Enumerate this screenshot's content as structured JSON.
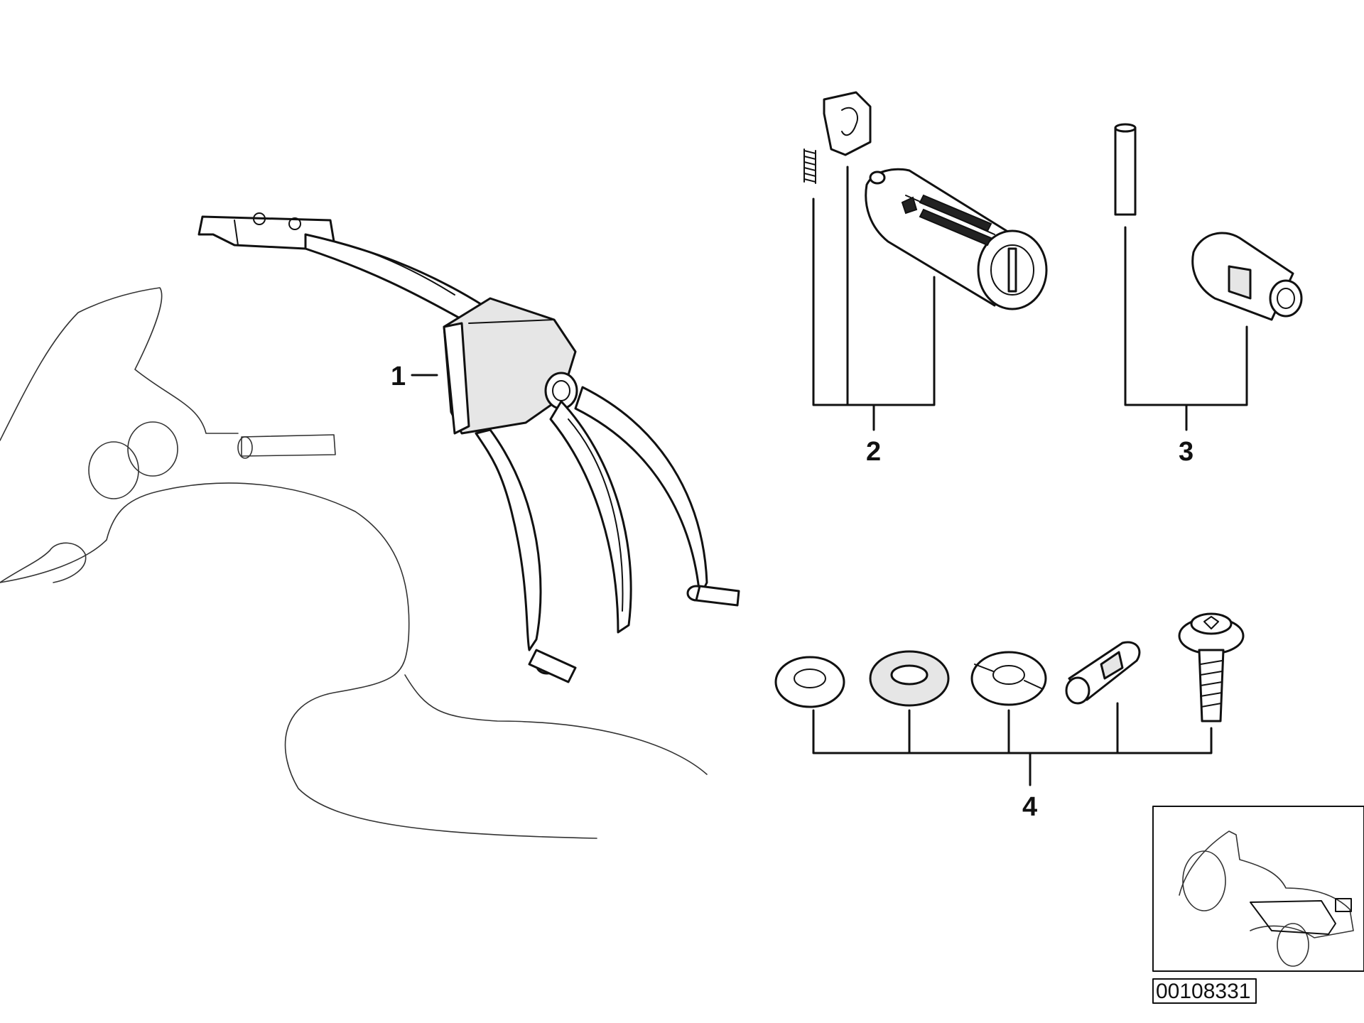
{
  "callouts": [
    {
      "id": "1",
      "text": "1"
    },
    {
      "id": "2",
      "text": "2"
    },
    {
      "id": "3",
      "text": "3"
    },
    {
      "id": "4",
      "text": "4"
    }
  ],
  "drawing_number": "00108331",
  "colors": {
    "ink": "#111111",
    "background": "#ffffff"
  }
}
